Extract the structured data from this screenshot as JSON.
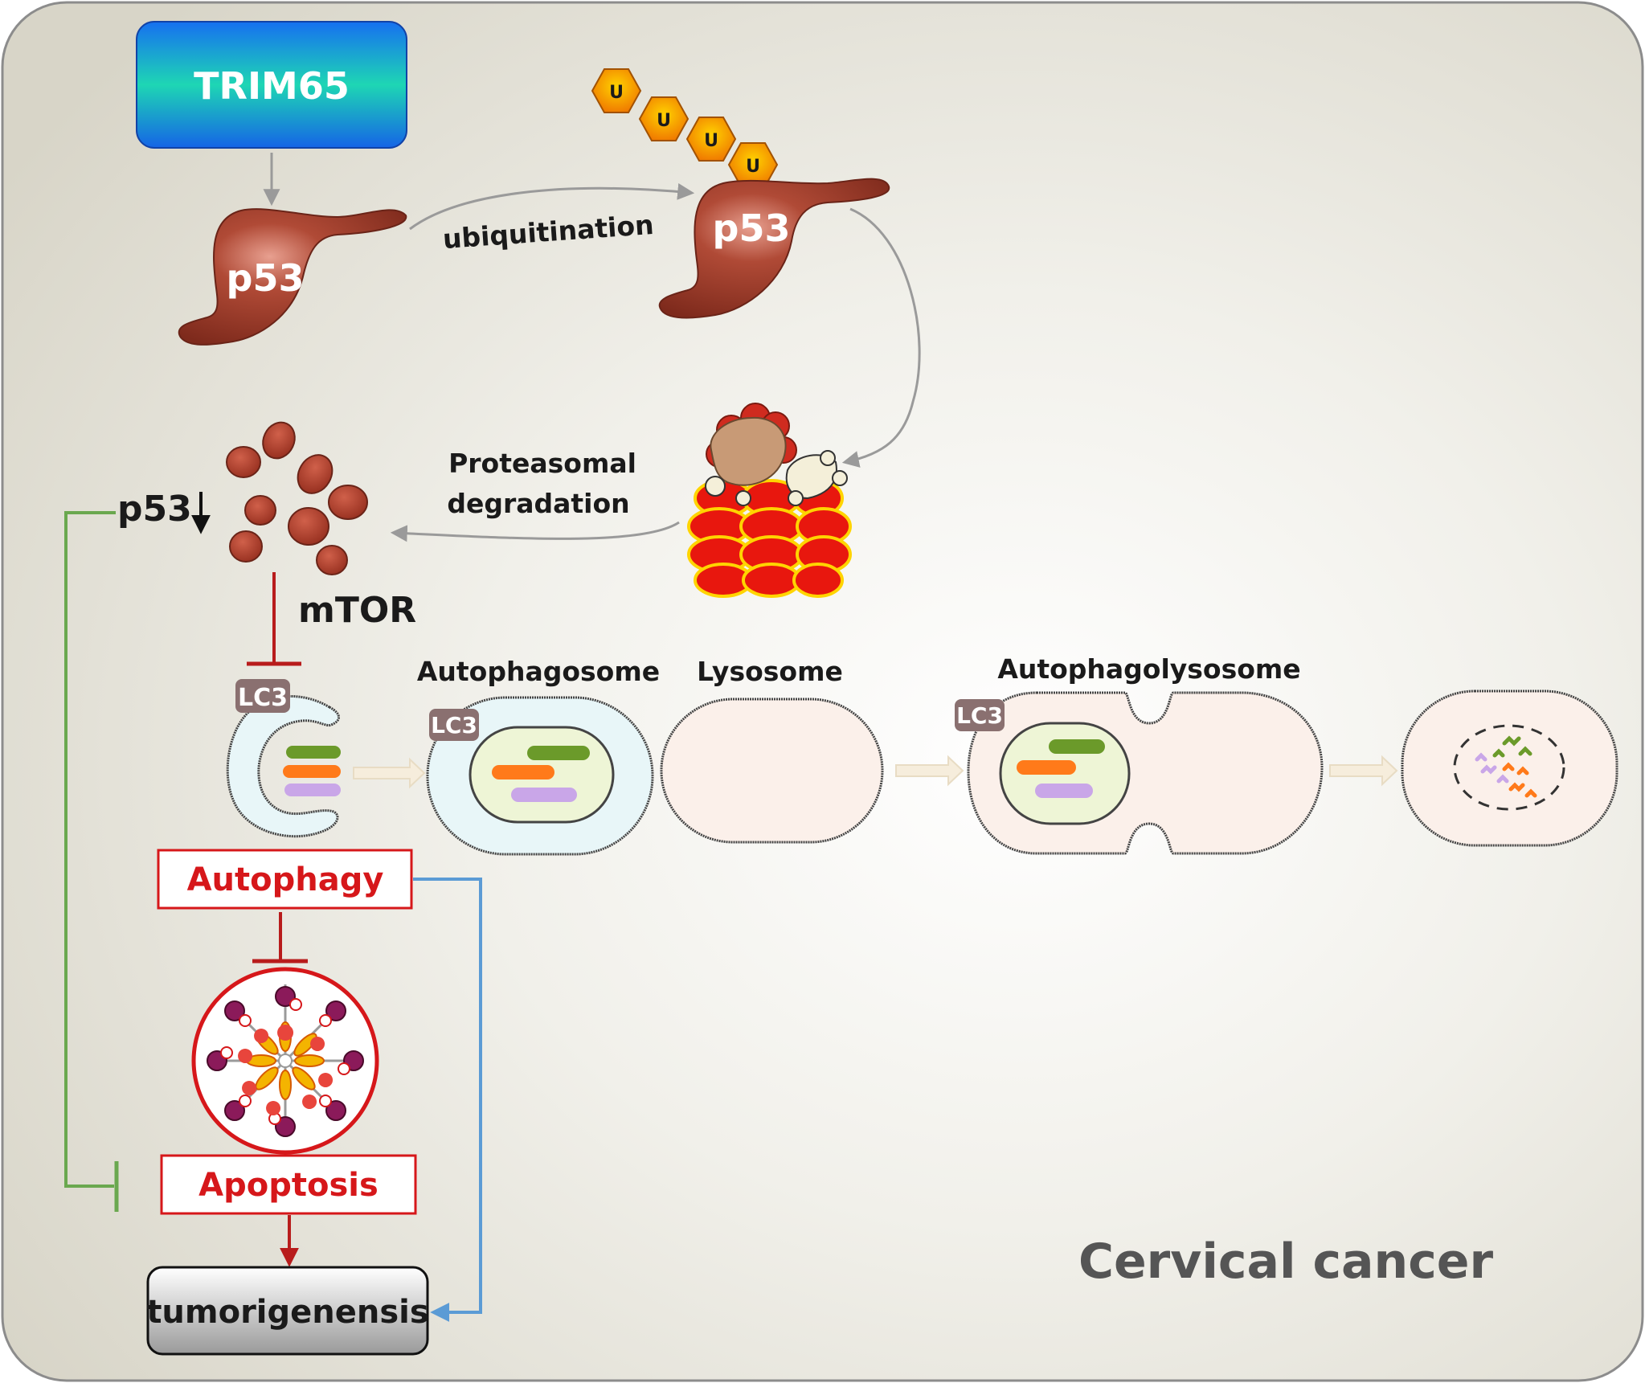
{
  "diagram": {
    "nodes": {
      "trim65": "TRIM65",
      "p53_left": "p53",
      "p53_right": "p53",
      "ubiquitin_tag": "U",
      "p53_down": "p53",
      "mtor": "mTOR",
      "lc3_tag": "LC3",
      "autophagy": "Autophagy",
      "apoptosis": "Apoptosis",
      "tumorigenensis": "tumorigenensis"
    },
    "edges": {
      "ubiquitination": "ubiquitination",
      "proteasomal_line1": "Proteasomal",
      "proteasomal_line2": "degradation"
    },
    "stages": {
      "autophagosome": "Autophagosome",
      "lysosome": "Lysosome",
      "autophagolysosome": "Autophagolysosome"
    },
    "context": "Cervical cancer"
  },
  "colors": {
    "trim65_top": "#1a86ee",
    "trim65_mid": "#1ed3b0",
    "p53_body": "#a8402e",
    "ubiquitin": "#f0a500",
    "inhibit_red": "#b81c1c",
    "inhibit_green": "#6aa84f",
    "arrow_blue": "#5b9bd5",
    "label_red": "#d6171a",
    "lc3_tag": "#8a7070"
  }
}
